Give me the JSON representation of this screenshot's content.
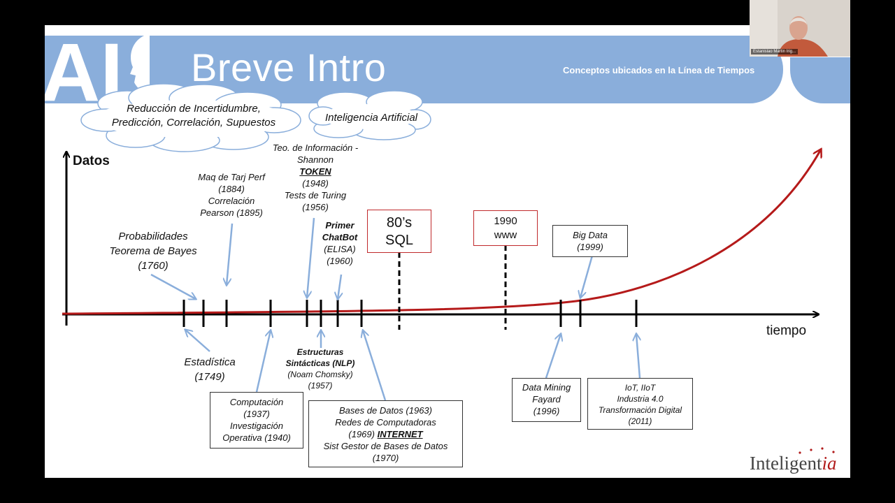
{
  "slide": {
    "title": "Breve Intro",
    "subtitle": "Conceptos ubicados en la Línea de Tiempos",
    "logo_letters": "AI",
    "brand": {
      "prefix": "Inteligent",
      "accent": "ia"
    }
  },
  "clouds": {
    "left": [
      "Reducción de Incertidumbre,",
      "Predicción, Correlación, Supuestos"
    ],
    "right": "Inteligencia Artificial"
  },
  "axes": {
    "y_label": "Datos",
    "x_label": "tiempo"
  },
  "labels_above": {
    "bayes": [
      "Probabilidades",
      "Teorema de Bayes",
      "(1760)"
    ],
    "pearson": [
      "Maq de Tarj Perf",
      "(1884)",
      "Correlación",
      "Pearson (1895)"
    ],
    "shannon": [
      "Teo. de Información -",
      "Shannon",
      "TOKEN",
      "(1948)",
      "Tests de Turing",
      "(1956)"
    ],
    "chatbot": [
      "Primer",
      "ChatBot",
      "(ELISA)",
      "(1960)"
    ]
  },
  "red_boxes": {
    "sql": [
      "80’s",
      "SQL"
    ],
    "www": [
      "1990",
      "www"
    ]
  },
  "boxes_above": {
    "bigdata": [
      "Big Data",
      "(1999)"
    ]
  },
  "labels_below": {
    "estadistica": [
      "Estadística",
      "(1749)"
    ],
    "chomsky": [
      "Estructuras",
      "Sintácticas (NLP)",
      "(Noam Chomsky)",
      "(1957)"
    ]
  },
  "boxes_below": {
    "computacion": [
      "Computación",
      "(1937)",
      "Investigación",
      "Operativa (1940)"
    ],
    "bases": [
      "Bases de Datos (1963)",
      "Redes de Computadoras",
      "(1969) ",
      "INTERNET",
      "Sist Gestor de Bases de Datos",
      "(1970)"
    ],
    "datamining": [
      "Data Mining",
      "Fayard",
      "(1996)"
    ],
    "iot": [
      "IoT, IIoT",
      "Industria 4.0",
      "Transformación Digital",
      "(2011)"
    ]
  },
  "webcam": {
    "name": "Estanislao Martin Irig..."
  },
  "colors": {
    "band": "#8aaedb",
    "curve": "#b51a1a",
    "arrow": "#8aaedb",
    "box_red": "#c0292b"
  }
}
